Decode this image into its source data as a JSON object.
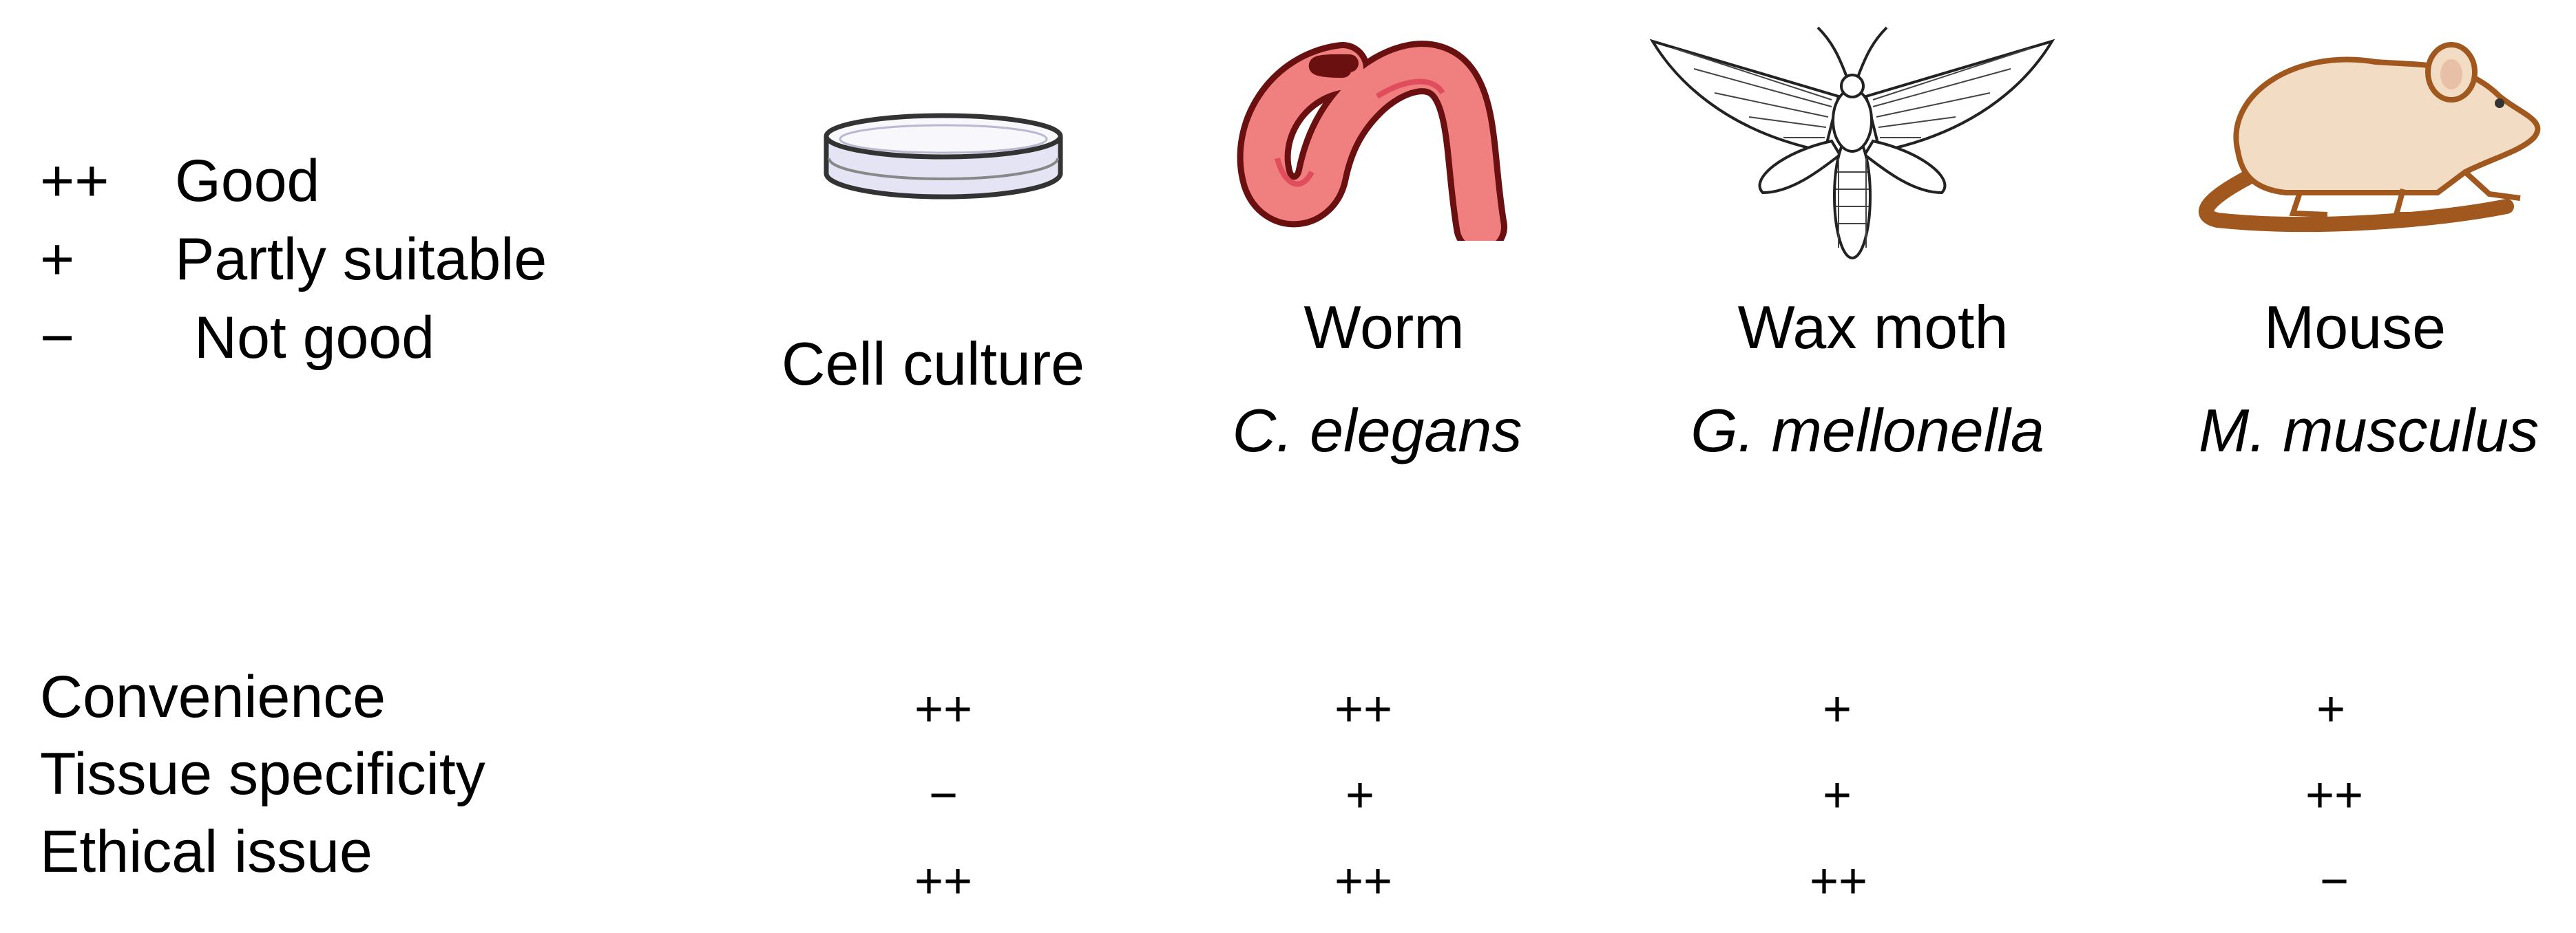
{
  "legend": [
    {
      "symbol": "++",
      "label": "Good"
    },
    {
      "symbol": "+",
      "label": "Partly suitable"
    },
    {
      "symbol": "−",
      "label": "Not good"
    }
  ],
  "organisms": [
    {
      "name": "Cell culture",
      "scientific": "",
      "icon": "petri-dish-icon"
    },
    {
      "name": "Worm",
      "scientific": "C. elegans",
      "icon": "worm-icon"
    },
    {
      "name": "Wax moth",
      "scientific": "G. mellonella",
      "icon": "moth-icon"
    },
    {
      "name": "Mouse",
      "scientific": "M. musculus",
      "icon": "mouse-icon"
    }
  ],
  "criteria": [
    {
      "label": "Convenience",
      "scores": [
        "++",
        "++",
        "+",
        "+"
      ]
    },
    {
      "label": "Tissue specificity",
      "scores": [
        "−",
        "+",
        "+",
        "++"
      ]
    },
    {
      "label": "Ethical issue",
      "scores": [
        "++",
        "++",
        "++",
        "−"
      ]
    }
  ],
  "colors": {
    "worm_fill": "#f08080",
    "worm_outline": "#6b1010",
    "mouse_fill": "#f3dcc4",
    "mouse_outline": "#a0581e",
    "dish_fill": "#e4e4f4",
    "dish_outline": "#333333"
  }
}
